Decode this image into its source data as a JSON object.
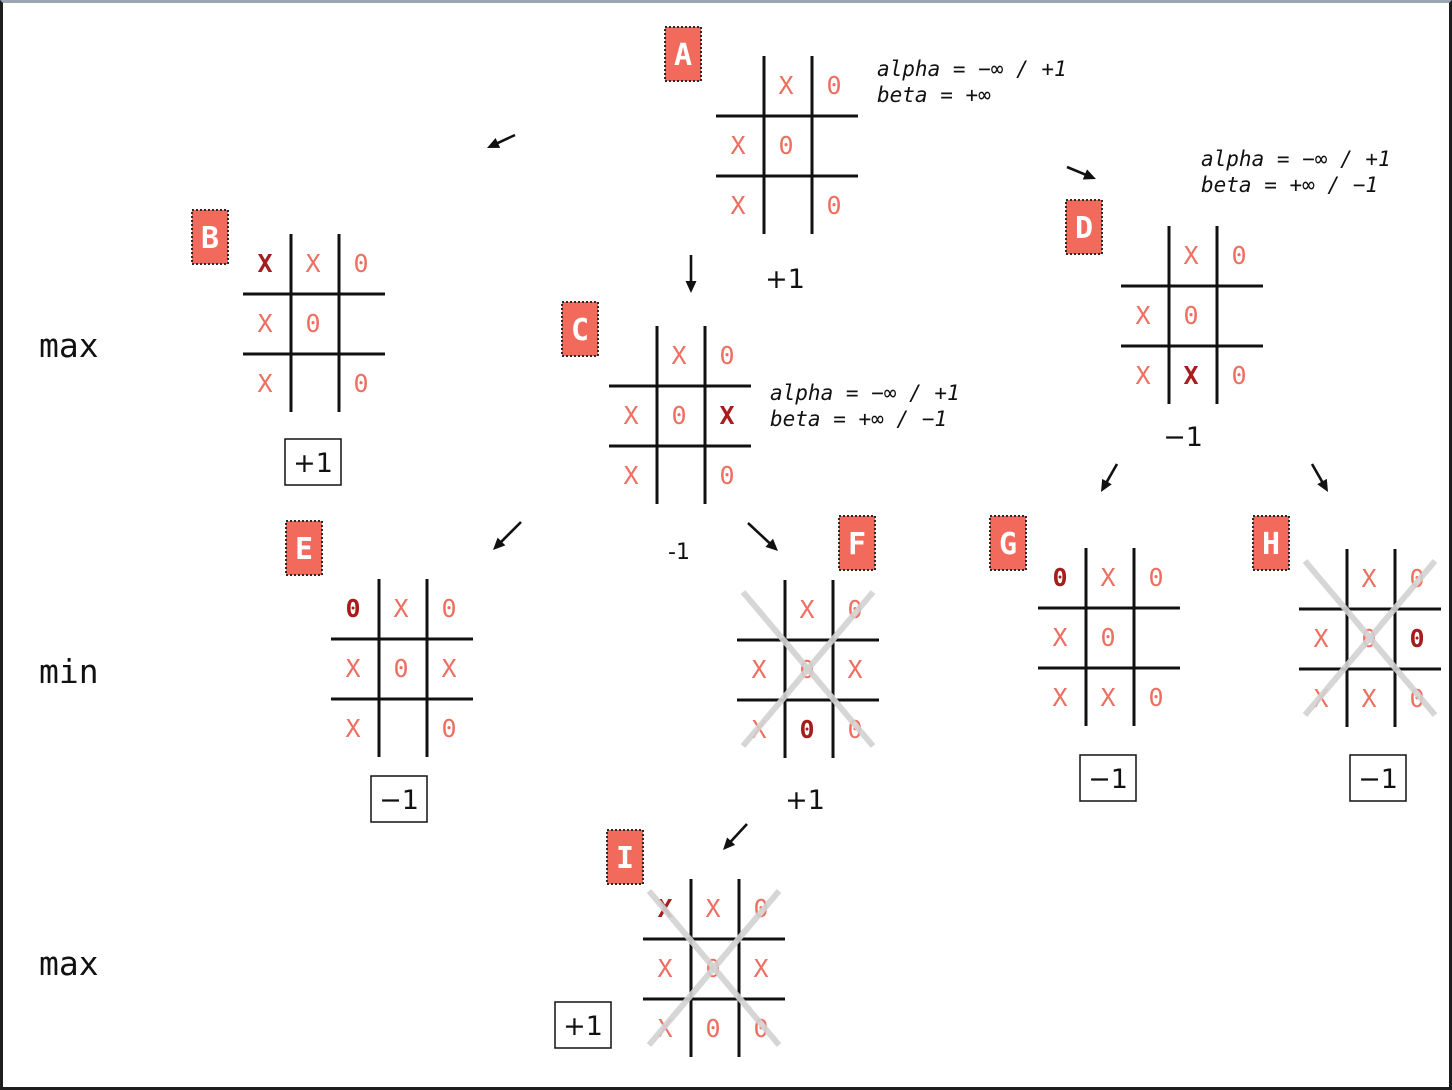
{
  "levels": [
    {
      "id": "max-1",
      "label": "max"
    },
    {
      "id": "min",
      "label": "min"
    },
    {
      "id": "max-2",
      "label": "max"
    }
  ],
  "nodes": [
    {
      "id": "A",
      "cells": [
        [
          "",
          "X",
          "0"
        ],
        [
          "X",
          "0",
          ""
        ],
        [
          "X",
          "",
          "0"
        ]
      ],
      "highlight": [],
      "value": "+1",
      "boxed": false,
      "crossed": false,
      "annotation": [
        "alpha = −∞ / +1",
        "beta = +∞"
      ]
    },
    {
      "id": "B",
      "cells": [
        [
          "X",
          "X",
          "0"
        ],
        [
          "X",
          "0",
          ""
        ],
        [
          "X",
          "",
          "0"
        ]
      ],
      "highlight": [
        [
          0,
          0
        ]
      ],
      "value": "+1",
      "boxed": true,
      "crossed": false,
      "annotation": []
    },
    {
      "id": "C",
      "cells": [
        [
          "",
          "X",
          "0"
        ],
        [
          "X",
          "0",
          "X"
        ],
        [
          "X",
          "",
          "0"
        ]
      ],
      "highlight": [
        [
          1,
          2
        ]
      ],
      "value": "-1",
      "boxed": false,
      "crossed": false,
      "annotation": [
        "alpha = −∞ / +1",
        "beta = +∞ / −1"
      ]
    },
    {
      "id": "D",
      "cells": [
        [
          "",
          "X",
          "0"
        ],
        [
          "X",
          "0",
          ""
        ],
        [
          "X",
          "X",
          "0"
        ]
      ],
      "highlight": [
        [
          2,
          1
        ]
      ],
      "value": "−1",
      "boxed": false,
      "crossed": false,
      "annotation": [
        "alpha = −∞ / +1",
        "beta = +∞ / −1"
      ]
    },
    {
      "id": "E",
      "cells": [
        [
          "0",
          "X",
          "0"
        ],
        [
          "X",
          "0",
          "X"
        ],
        [
          "X",
          "",
          "0"
        ]
      ],
      "highlight": [
        [
          0,
          0
        ]
      ],
      "value": "−1",
      "boxed": true,
      "crossed": false,
      "annotation": []
    },
    {
      "id": "F",
      "cells": [
        [
          "",
          "X",
          "0"
        ],
        [
          "X",
          "0",
          "X"
        ],
        [
          "X",
          "0",
          "0"
        ]
      ],
      "highlight": [
        [
          2,
          1
        ]
      ],
      "value": "+1",
      "boxed": false,
      "crossed": true,
      "annotation": []
    },
    {
      "id": "G",
      "cells": [
        [
          "0",
          "X",
          "0"
        ],
        [
          "X",
          "0",
          ""
        ],
        [
          "X",
          "X",
          "0"
        ]
      ],
      "highlight": [
        [
          0,
          0
        ]
      ],
      "value": "−1",
      "boxed": true,
      "crossed": false,
      "annotation": []
    },
    {
      "id": "H",
      "cells": [
        [
          "",
          "X",
          "0"
        ],
        [
          "X",
          "0",
          "0"
        ],
        [
          "X",
          "X",
          "0"
        ]
      ],
      "highlight": [
        [
          1,
          2
        ]
      ],
      "value": "−1",
      "boxed": true,
      "crossed": true,
      "annotation": []
    },
    {
      "id": "I",
      "cells": [
        [
          "X",
          "X",
          "0"
        ],
        [
          "X",
          "0",
          "X"
        ],
        [
          "X",
          "0",
          "0"
        ]
      ],
      "highlight": [
        [
          0,
          0
        ]
      ],
      "value": "+1",
      "boxed": true,
      "crossed": true,
      "annotation": []
    }
  ],
  "edges": [
    {
      "from": "A",
      "to": "B"
    },
    {
      "from": "A",
      "to": "C"
    },
    {
      "from": "A",
      "to": "D"
    },
    {
      "from": "C",
      "to": "E"
    },
    {
      "from": "C",
      "to": "F"
    },
    {
      "from": "D",
      "to": "G"
    },
    {
      "from": "D",
      "to": "H"
    },
    {
      "from": "F",
      "to": "I"
    }
  ],
  "colors": {
    "badge": "#f26a5c",
    "mark": "#ee6e60",
    "mark_highlight": "#a51d1d",
    "prune_cross": "#d2d2d2",
    "line": "#111111"
  }
}
